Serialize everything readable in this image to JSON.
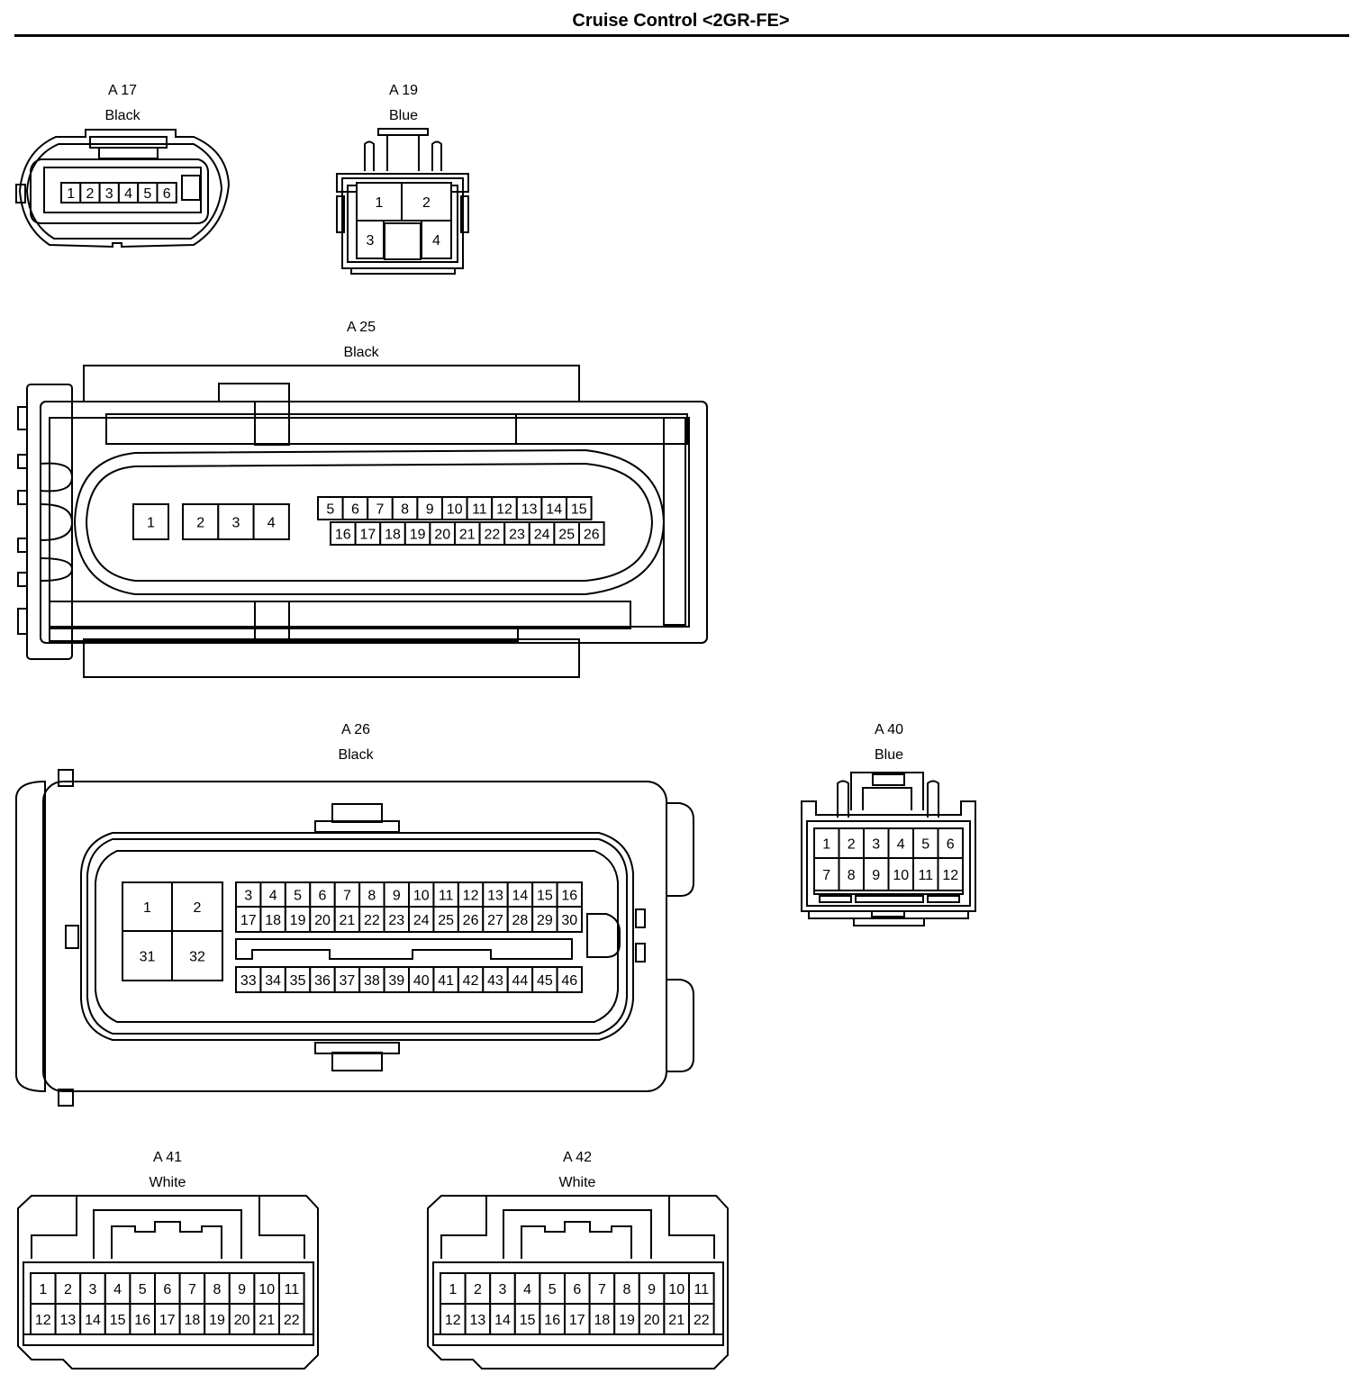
{
  "title": "Cruise Control <2GR-FE>",
  "connectors": {
    "A17": {
      "code": "A 17",
      "color": "Black",
      "pins": [
        "1",
        "2",
        "3",
        "4",
        "5",
        "6"
      ]
    },
    "A19": {
      "code": "A 19",
      "color": "Blue",
      "pins": [
        "1",
        "2",
        "3",
        "4"
      ]
    },
    "A25": {
      "code": "A 25",
      "color": "Black",
      "pins": [
        "1",
        "2",
        "3",
        "4",
        "5",
        "6",
        "7",
        "8",
        "9",
        "10",
        "11",
        "12",
        "13",
        "14",
        "15",
        "16",
        "17",
        "18",
        "19",
        "20",
        "21",
        "22",
        "23",
        "24",
        "25",
        "26"
      ]
    },
    "A26": {
      "code": "A 26",
      "color": "Black",
      "pins": [
        "1",
        "2",
        "31",
        "32",
        "3",
        "4",
        "5",
        "6",
        "7",
        "8",
        "9",
        "10",
        "11",
        "12",
        "13",
        "14",
        "15",
        "16",
        "17",
        "18",
        "19",
        "20",
        "21",
        "22",
        "23",
        "24",
        "25",
        "26",
        "27",
        "28",
        "29",
        "30",
        "33",
        "34",
        "35",
        "36",
        "37",
        "38",
        "39",
        "40",
        "41",
        "42",
        "43",
        "44",
        "45",
        "46"
      ]
    },
    "A40": {
      "code": "A 40",
      "color": "Blue",
      "pins": [
        "1",
        "2",
        "3",
        "4",
        "5",
        "6",
        "7",
        "8",
        "9",
        "10",
        "11",
        "12"
      ]
    },
    "A41": {
      "code": "A 41",
      "color": "White",
      "pins": [
        "1",
        "2",
        "3",
        "4",
        "5",
        "6",
        "7",
        "8",
        "9",
        "10",
        "11",
        "12",
        "13",
        "14",
        "15",
        "16",
        "17",
        "18",
        "19",
        "20",
        "21",
        "22"
      ]
    },
    "A42": {
      "code": "A 42",
      "color": "White",
      "pins": [
        "1",
        "2",
        "3",
        "4",
        "5",
        "6",
        "7",
        "8",
        "9",
        "10",
        "11",
        "12",
        "13",
        "14",
        "15",
        "16",
        "17",
        "18",
        "19",
        "20",
        "21",
        "22"
      ]
    }
  }
}
